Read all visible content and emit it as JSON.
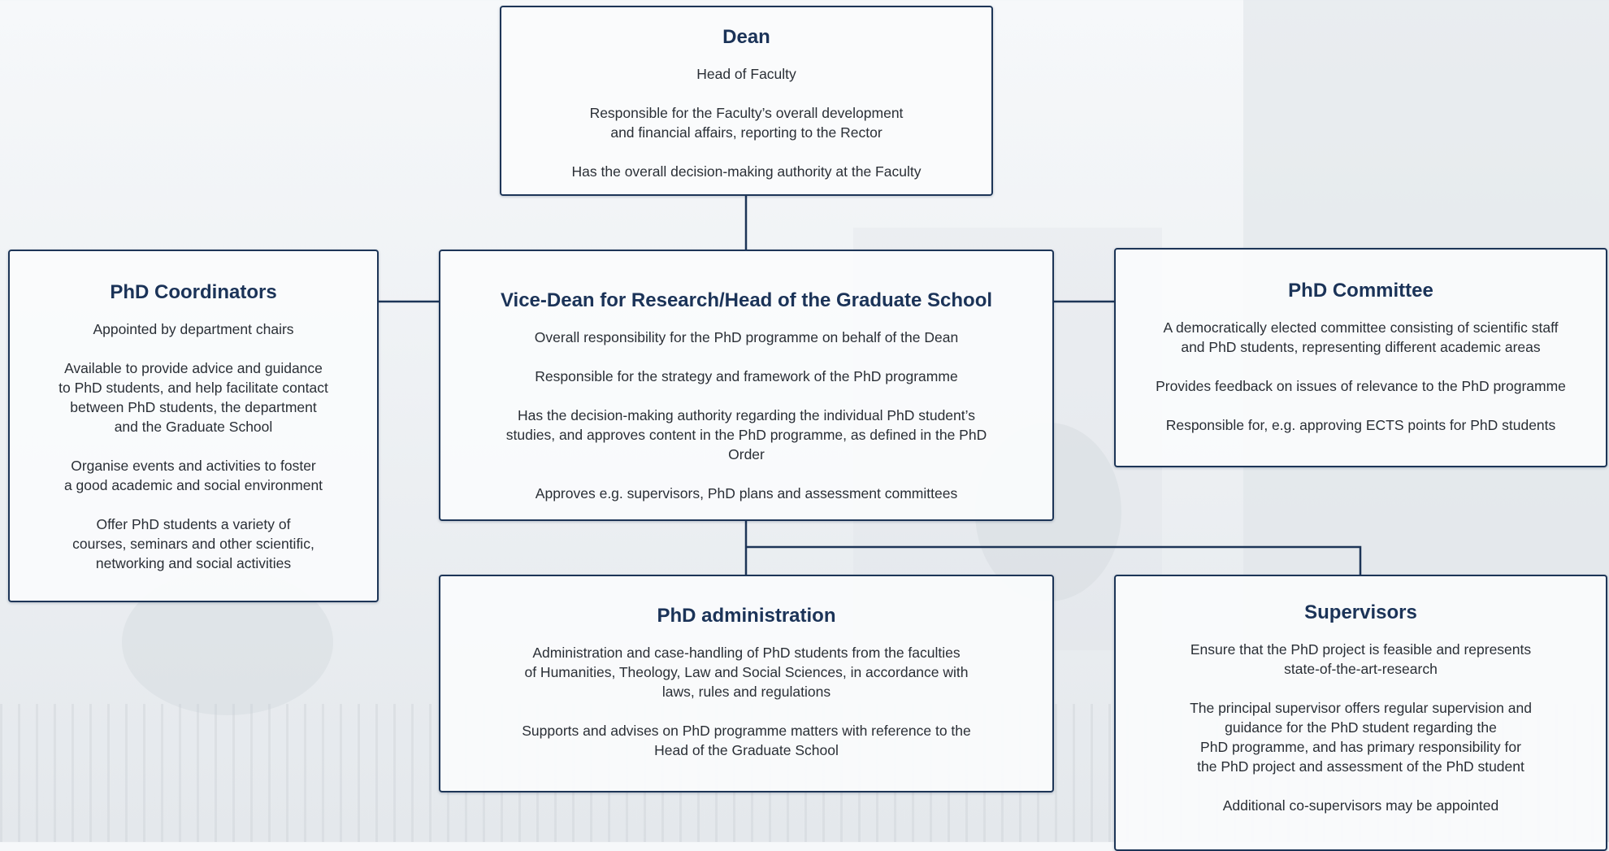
{
  "dean": {
    "title": "Dean",
    "lines": [
      "Head of Faculty",
      "Responsible for the Faculty’s overall development\nand financial affairs, reporting to the Rector",
      "Has the overall decision-making authority at the Faculty"
    ]
  },
  "vice_dean": {
    "title": "Vice-Dean for Research/Head of the Graduate School",
    "lines": [
      "Overall responsibility for the PhD programme on behalf of the Dean",
      "Responsible for the strategy and framework of the PhD programme",
      "Has the decision-making authority regarding the individual PhD student’s\nstudies,  and approves content in the PhD programme, as defined in the PhD\nOrder",
      "Approves e.g. supervisors, PhD plans and assessment committees"
    ]
  },
  "coordinators": {
    "title": "PhD Coordinators",
    "lines": [
      "Appointed by department chairs",
      "Available to provide advice and guidance\nto PhD students, and help facilitate contact\nbetween PhD students, the department\nand the Graduate School",
      "Organise events and activities to foster\na good academic and social environment",
      "Offer PhD students a variety of\ncourses, seminars and other scientific,\nnetworking and social activities"
    ]
  },
  "committee": {
    "title": "PhD Committee",
    "lines": [
      "A democratically elected committee consisting of scientific staff\nand PhD students, representing different academic areas",
      "Provides feedback on issues of relevance to the PhD programme",
      "Responsible for, e.g. approving ECTS points for PhD students"
    ]
  },
  "administration": {
    "title": "PhD administration",
    "lines": [
      "Administration and case-handling of PhD students from the faculties\nof Humanities, Theology, Law and Social Sciences, in accordance with\nlaws, rules and regulations",
      "Supports and advises on PhD programme matters with reference to the\nHead of the Graduate School"
    ]
  },
  "supervisors": {
    "title": "Supervisors",
    "lines": [
      "Ensure that the PhD project is feasible and represents\nstate-of-the-art-research",
      "The principal supervisor offers regular supervision and\nguidance for the PhD student regarding the\nPhD programme, and has primary responsibility for\nthe PhD project and assessment of the PhD student",
      "Additional co-supervisors may be appointed"
    ]
  },
  "colors": {
    "border": "#1d3557",
    "title": "#1b3358",
    "text": "#2a2f36",
    "connector": "#1d3557"
  }
}
